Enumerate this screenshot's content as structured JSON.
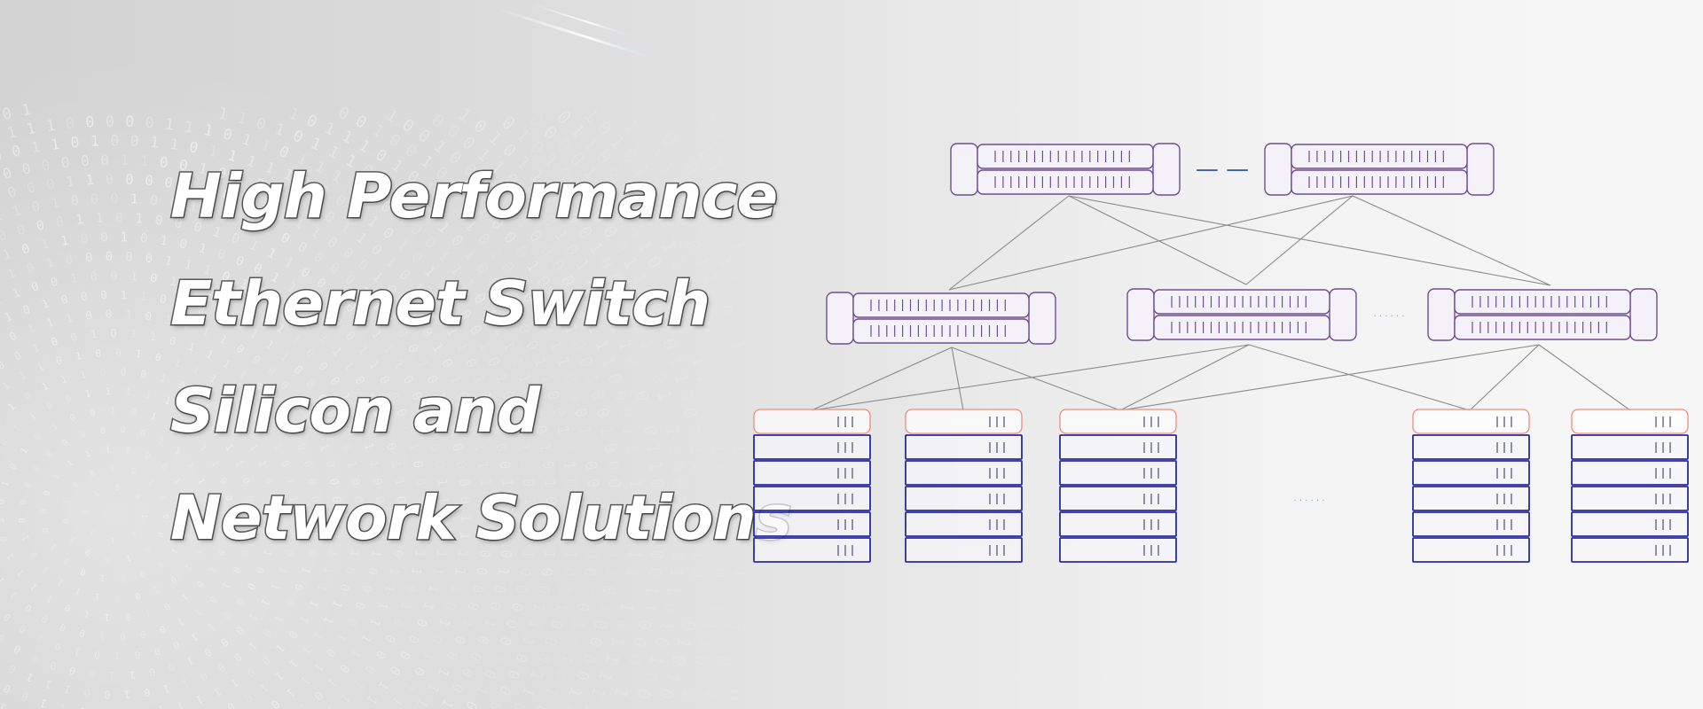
{
  "banner": {
    "headline_lines": [
      "High Performance",
      "Ethernet Switch",
      "Silicon and",
      "Network Solutions"
    ]
  },
  "diagram": {
    "core_ellipsis": "— —",
    "spine_ellipsis": "· · · · · ·",
    "leaf_ellipsis": "· · · · · ·",
    "colors": {
      "switch_stroke": "#6b4f93",
      "switch_fill": "#f4f2f8",
      "link": "#8a8a8a",
      "server_top": "#f08a7a",
      "server_body": "#2a2aa0",
      "dash": "#3a5fa8"
    }
  }
}
